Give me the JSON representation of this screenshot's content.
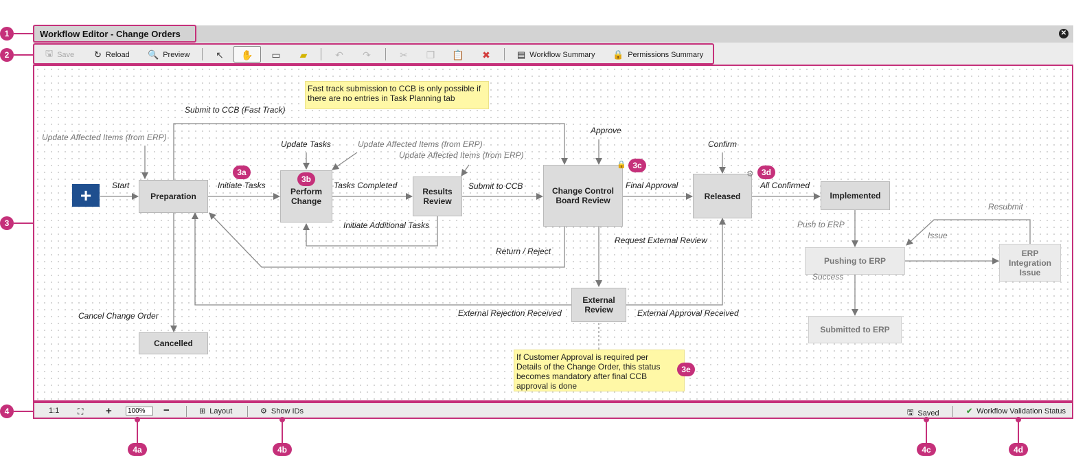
{
  "window": {
    "title": "Workflow Editor - Change Orders"
  },
  "toolbar": {
    "save_label": "Save",
    "reload_label": "Reload",
    "preview_label": "Preview",
    "workflow_summary_label": "Workflow Summary",
    "permissions_summary_label": "Permissions Summary"
  },
  "diagram": {
    "nodes": {
      "preparation": "Preparation",
      "perform_change": "Perform\nChange",
      "results_review": "Results\nReview",
      "ccb_review": "Change Control\nBoard Review",
      "released": "Released",
      "implemented": "Implemented",
      "pushing_to_erp": "Pushing to ERP",
      "erp_integration_issue": "ERP\nIntegration\nIssue",
      "submitted_to_erp": "Submitted to ERP",
      "external_review": "External\nReview",
      "cancelled": "Cancelled"
    },
    "labels": {
      "start": "Start",
      "submit_fast_track": "Submit to CCB (Fast Track)",
      "update_affected_left": "Update Affected Items (from ERP)",
      "update_tasks": "Update Tasks",
      "update_affected_mid": "Update Affected Items (from ERP)",
      "update_affected_right": "Update Affected Items (from ERP)",
      "initiate_tasks": "Initiate Tasks",
      "tasks_completed": "Tasks Completed",
      "submit_to_ccb": "Submit to CCB",
      "initiate_additional": "Initiate Additional Tasks",
      "approve": "Approve",
      "final_approval": "Final Approval",
      "confirm": "Confirm",
      "all_confirmed": "All Confirmed",
      "return_reject": "Return / Reject",
      "request_external": "Request External Review",
      "push_to_erp": "Push to ERP",
      "resubmit": "Resubmit",
      "issue": "Issue",
      "success": "Success",
      "cancel_change_order": "Cancel Change Order",
      "external_rejection": "External Rejection Received",
      "external_approval": "External Approval Received"
    },
    "notes": {
      "fast_track": "Fast track submission to CCB is only possible if there are no entries in Task Planning tab",
      "customer_approval": "If Customer Approval is required per Details of the Change Order, this status becomes mandatory after final CCB approval is done"
    },
    "badges": [
      "3a",
      "3b",
      "3c",
      "3d",
      "3e"
    ]
  },
  "statusbar": {
    "ratio_label": "1:1",
    "zoom_value": "100%",
    "layout_label": "Layout",
    "show_ids_label": "Show IDs",
    "saved_label": "Saved",
    "validation_label": "Workflow Validation Status"
  },
  "callouts": {
    "side": [
      "1",
      "2",
      "3",
      "4"
    ],
    "bottom": [
      "4a",
      "4b",
      "4c",
      "4d"
    ]
  },
  "colors": {
    "accent": "#c5307a",
    "start_node": "#1f4f8f",
    "note": "#fff8a6",
    "node": "#dcdcdc"
  }
}
